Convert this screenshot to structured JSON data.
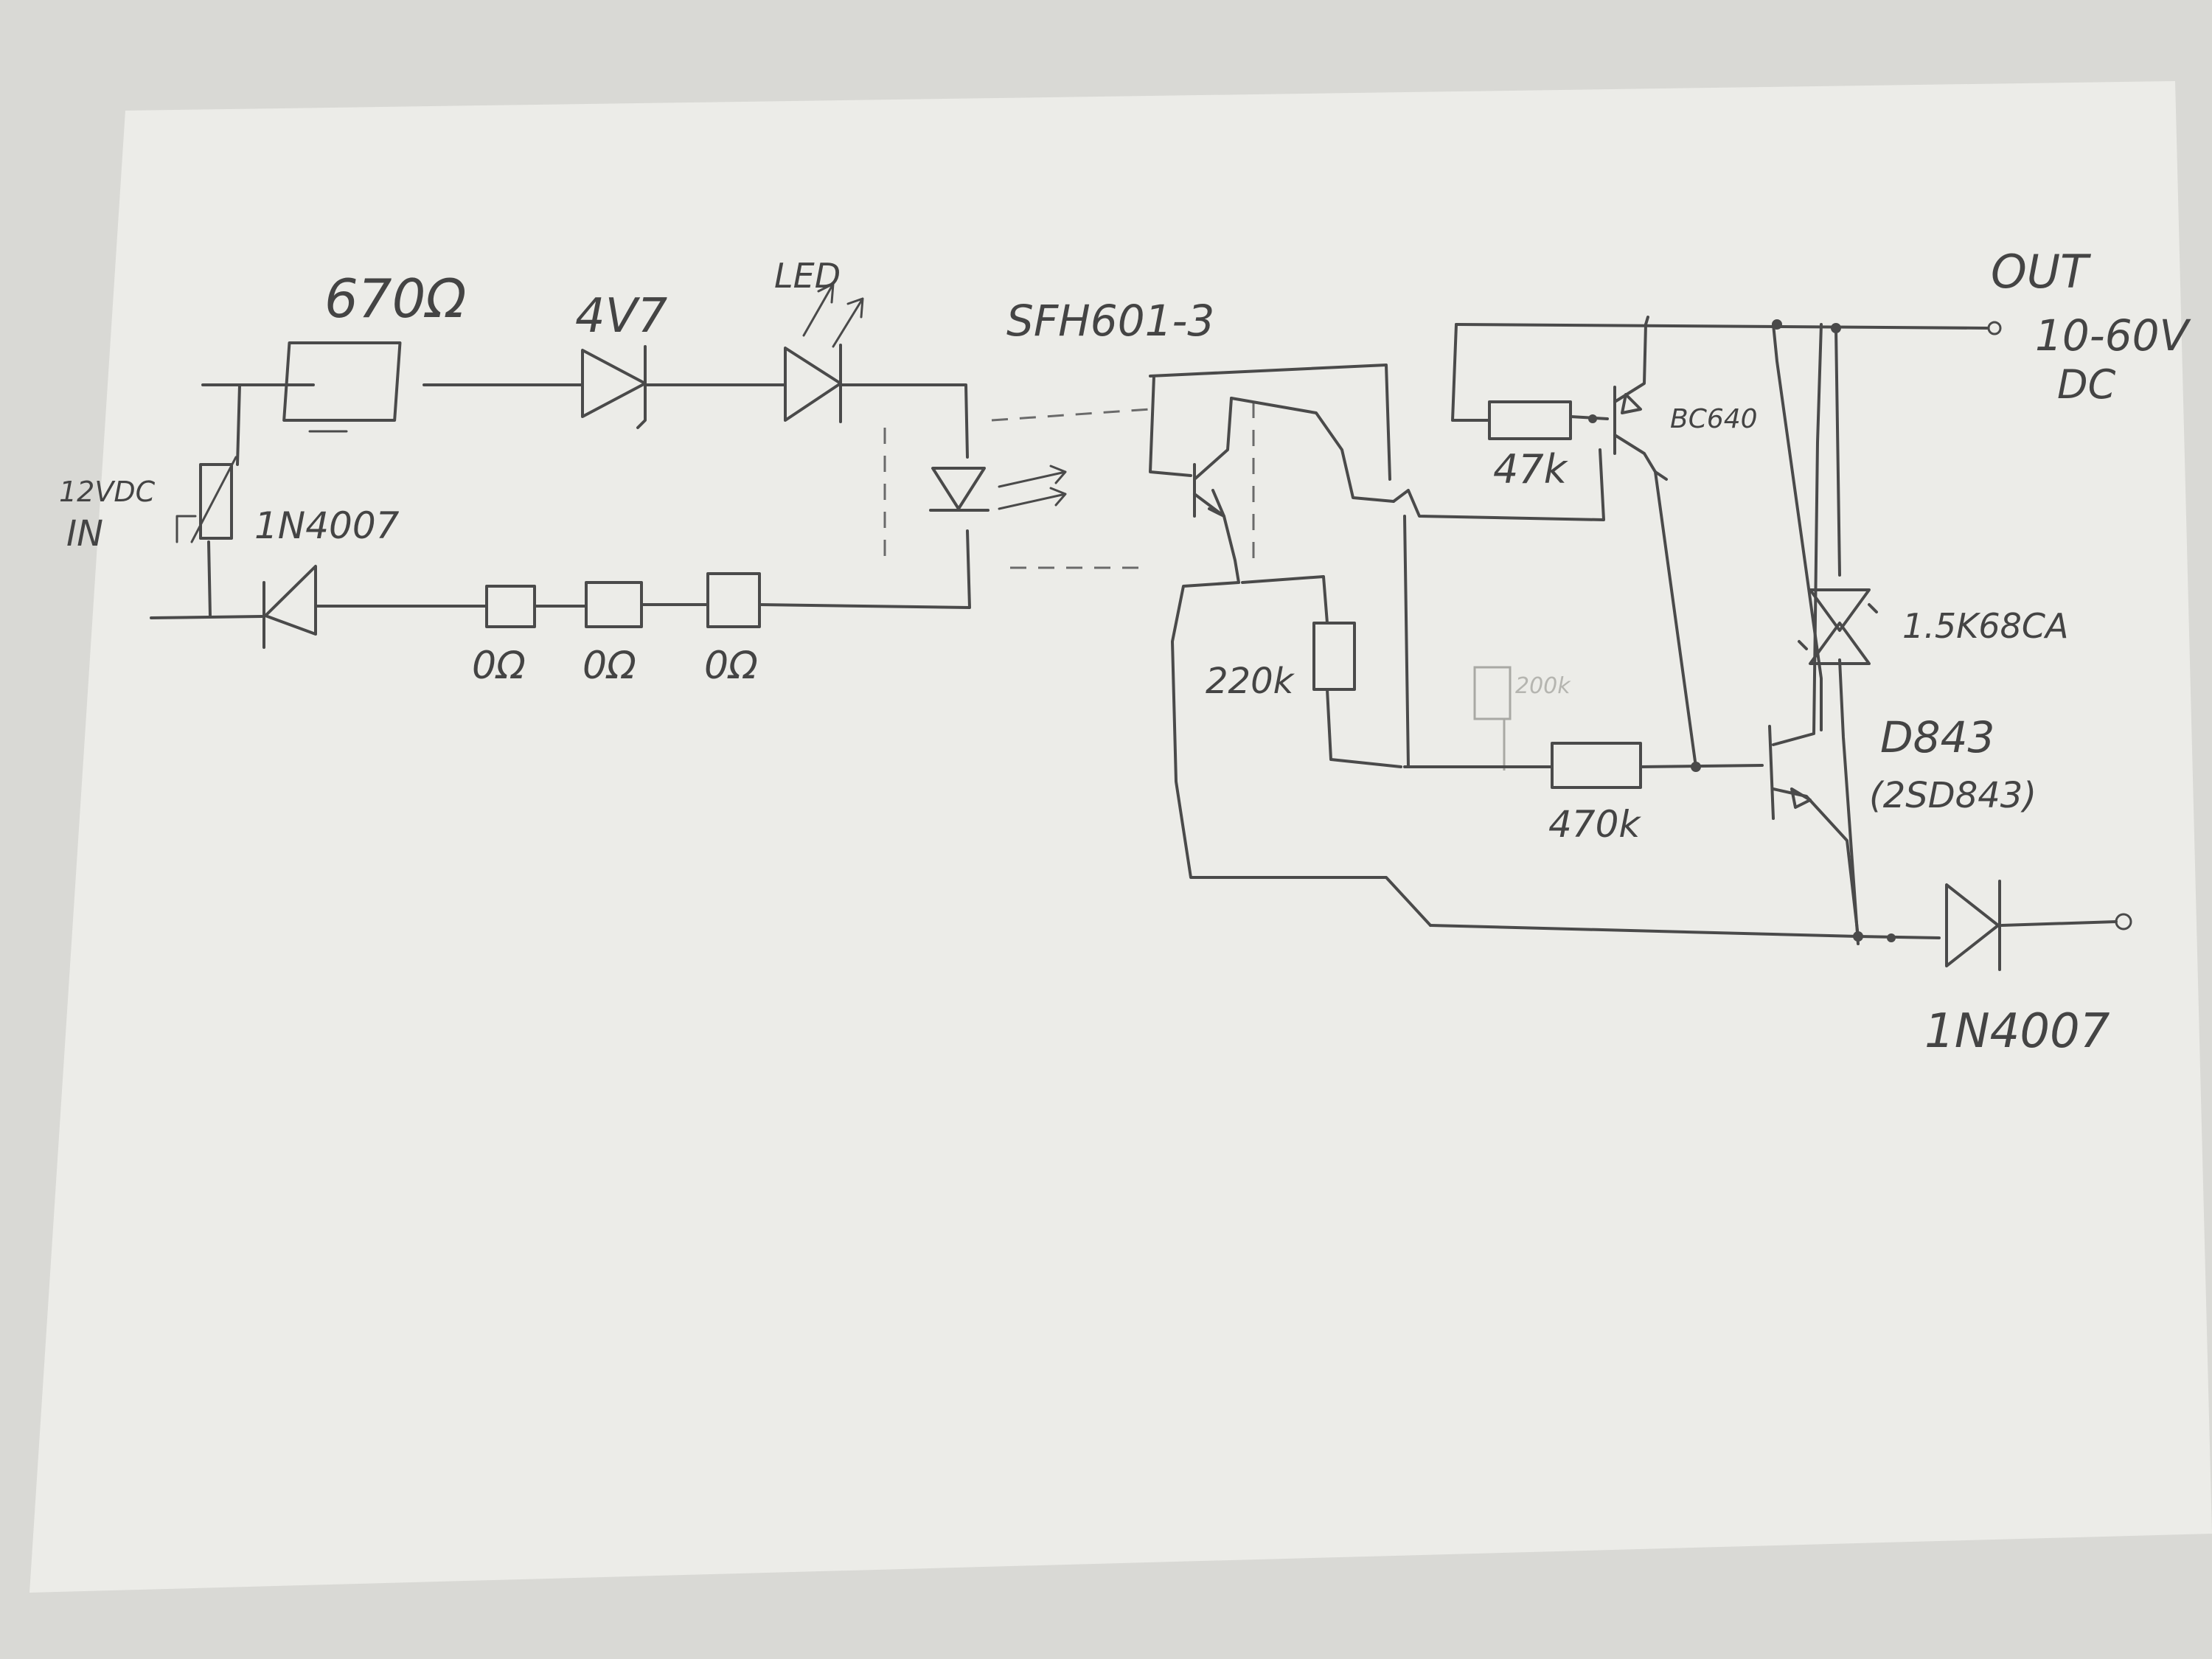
{
  "labels": {
    "r_input": "670Ω",
    "zener": "4V7",
    "led": "LED",
    "optocoupler": "SFH601-3",
    "input_voltage": "12VDC",
    "input_word": "IN",
    "diode_input": "1N4007",
    "r_zero_1": "0Ω",
    "r_zero_2": "0Ω",
    "r_zero_3": "0Ω",
    "out_word": "OUT",
    "out_voltage": "10-60V",
    "out_dc": "DC",
    "pnp_transistor": "BC640",
    "r_47k": "47k",
    "r_220k": "220k",
    "r_faint": "200k",
    "r_470k": "470k",
    "tvs": "1.5K68CA",
    "npn_transistor": "D843",
    "npn_alt": "(2SD843)",
    "diode_output": "1N4007"
  },
  "colors": {
    "paper": "#ecece8",
    "ink": "#4a4a4a",
    "background": "#d9d9d5"
  }
}
